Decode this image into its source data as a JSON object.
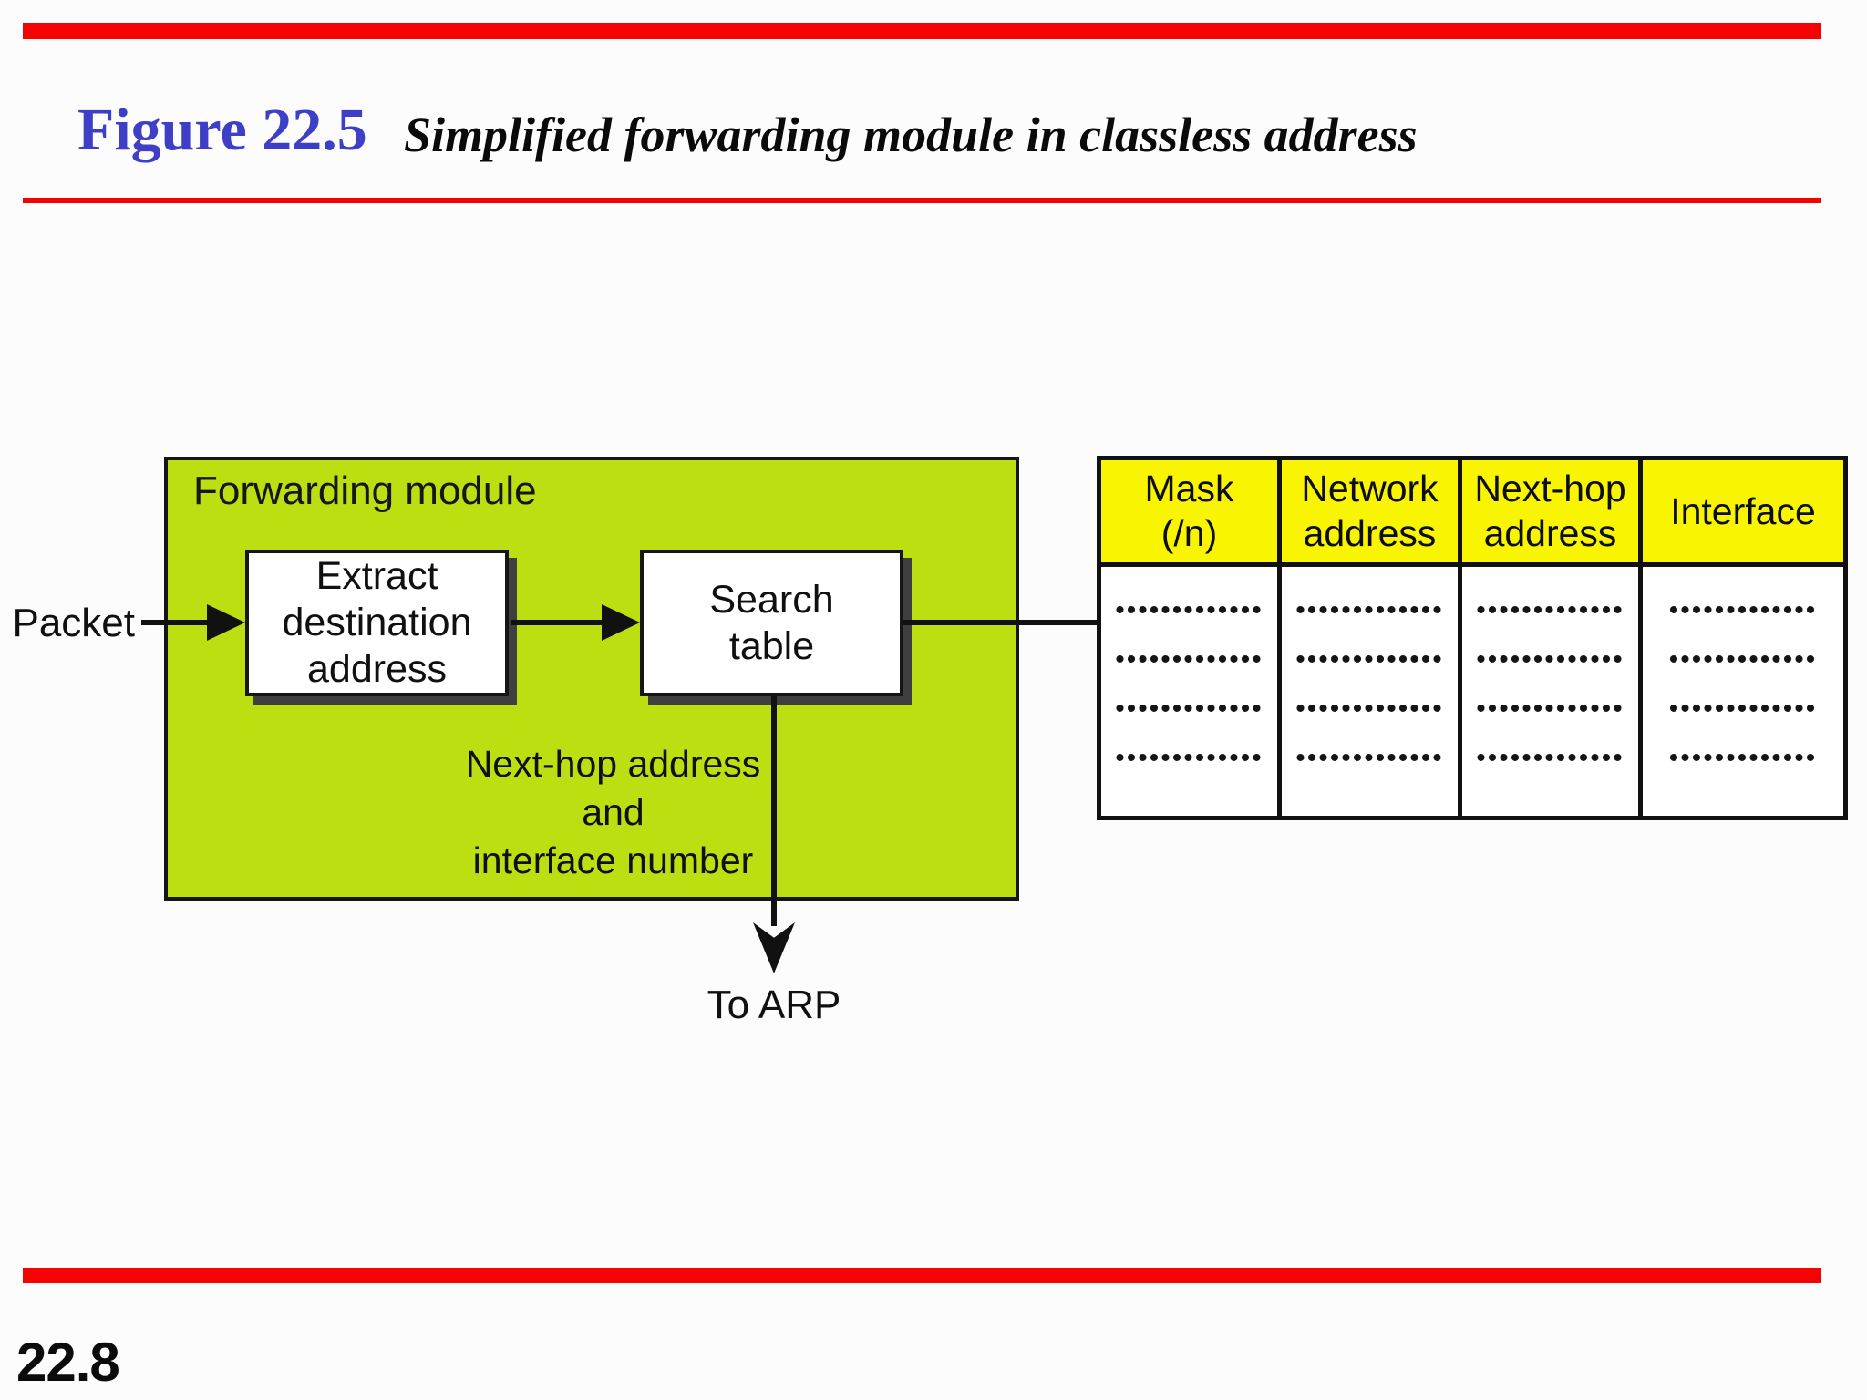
{
  "slide": {
    "figure_label": "Figure 22.5",
    "figure_title": "Simplified forwarding module in classless address",
    "page_number": "22.8"
  },
  "diagram": {
    "module_label": "Forwarding module",
    "packet_label": "Packet",
    "extract_box": [
      "Extract",
      "destination",
      "address"
    ],
    "search_box": [
      "Search",
      "table"
    ],
    "output_note": [
      "Next-hop address",
      "and",
      "interface number"
    ],
    "to_arp_label": "To ARP"
  },
  "table": {
    "headers": [
      [
        "Mask",
        "(/n)"
      ],
      [
        "Network",
        "address"
      ],
      [
        "Next-hop",
        "address"
      ],
      [
        "Interface"
      ]
    ],
    "dots": "•••••••••••••",
    "rows_per_column": 4
  },
  "colors": {
    "accent_red": "#f70202",
    "title_blue": "#3e3ec6",
    "module_green": "#bcdf12",
    "header_yellow": "#f9f500",
    "ink": "#161616",
    "line": "#111111"
  }
}
